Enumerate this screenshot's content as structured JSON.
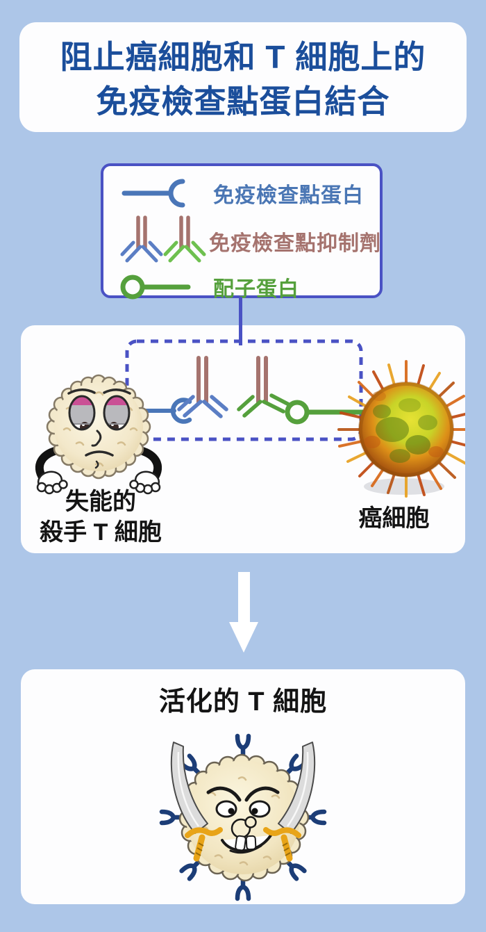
{
  "page": {
    "background_color": "#adc6e8",
    "panel_color": "#fdfdfe"
  },
  "header": {
    "title_line1": "阻止癌細胞和 T 細胞上的",
    "title_line2": "免疫檢查點蛋白結合",
    "text_color": "#1b4e9b"
  },
  "legend": {
    "border_color": "#4a52c4",
    "items": [
      {
        "id": "immune-checkpoint-protein",
        "label": "免疫檢查點蛋白",
        "color": "#4a76b4",
        "icon": "checkpoint-protein-icon"
      },
      {
        "id": "immune-checkpoint-inhibitor",
        "label": "免疫檢查點抑制劑",
        "color": "#a5736e",
        "icon": "inhibitor-antibody-icon"
      },
      {
        "id": "ligand-protein",
        "label": "配子蛋白",
        "color": "#55a03c",
        "icon": "ligand-protein-icon"
      }
    ]
  },
  "interaction_panel": {
    "t_cell_label_line1": "失能的",
    "t_cell_label_line2": "殺手 T 細胞",
    "cancer_cell_label": "癌細胞",
    "dashed_box_color": "#4a52c4",
    "checkpoint_blue": "#4a76b8",
    "inhibitor_mauve": "#a5736e",
    "ligand_green": "#55a03c"
  },
  "result_panel": {
    "title": "活化的 T 細胞",
    "receptor_color": "#1c3d77"
  }
}
